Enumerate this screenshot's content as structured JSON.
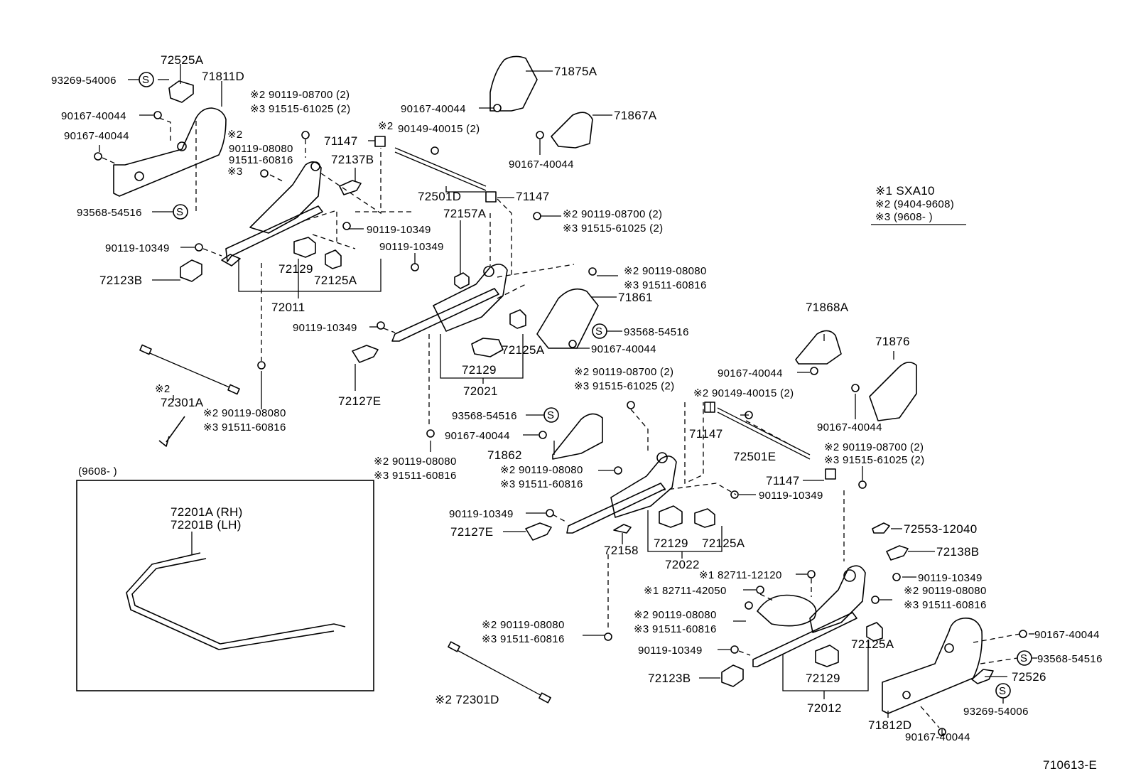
{
  "diagram_id": "710613-E",
  "legend": {
    "line1": "※1 SXA10",
    "line2": "※2 (9404-9608)",
    "line3": "※3 (9608-    )"
  },
  "inset": {
    "title": "(9608-        )",
    "part1": "72201A (RH)",
    "part2": "72201B (LH)"
  },
  "labels": {
    "l01": "72525A",
    "l02": "93269-54006",
    "l03": "71811D",
    "l04": "90167-40044",
    "l05": "90167-40044",
    "l06": "※2",
    "l07": "90119-08080",
    "l08": "91511-60816",
    "l09": "※3",
    "l10": "93568-54516",
    "l11": "90119-10349",
    "l12": "72123B",
    "l13": "72129",
    "l14": "72125A",
    "l15": "72011",
    "l16": "※2 90119-08700 (2)",
    "l17": "※3 91515-61025 (2)",
    "l18": "71147",
    "l19": "※2",
    "l20": "90149-40015 (2)",
    "l21": "72137B",
    "l22": "72501D",
    "l23": "71147",
    "l24": "72157A",
    "l25": "90119-10349",
    "l26": "90119-10349",
    "l27": "71875A",
    "l28": "90167-40044",
    "l29": "71867A",
    "l30": "90167-40044",
    "l31": "※2 90119-08700 (2)",
    "l32": "※3 91515-61025 (2)",
    "l33": "※2 90119-08080",
    "l34": "※3 91511-60816",
    "l35": "71861",
    "l36": "93568-54516",
    "l37": "90167-40044",
    "l38": "90119-10349",
    "l39": "72125A",
    "l40": "72129",
    "l41": "72021",
    "l42": "72127E",
    "l43": "※2",
    "l44": "72301A",
    "l45": "※2 90119-08080",
    "l46": "※3 91511-60816",
    "l47": "93568-54516",
    "l48": "90167-40044",
    "l49": "71862",
    "l50": "※2 90119-08080",
    "l51": "※3 91511-60816",
    "l52": "※2 90119-08080",
    "l53": "※3 91511-60816",
    "l54": "90119-10349",
    "l55": "72127E",
    "l56": "72158",
    "l57": "72129",
    "l58": "72125A",
    "l59": "72022",
    "l60": "※2 90119-08700 (2)",
    "l61": "※3 91515-61025 (2)",
    "l62": "※2 90149-40015 (2)",
    "l63": "71147",
    "l64": "72501E",
    "l65": "71147",
    "l66": "90119-10349",
    "l67": "71868A",
    "l68": "90167-40044",
    "l69": "71876",
    "l70": "90167-40044",
    "l71": "※2 90119-08700 (2)",
    "l72": "※3 91515-61025 (2)",
    "l73": "72553-12040",
    "l74": "72138B",
    "l75": "※1 82711-12120",
    "l76": "※1 82711-42050",
    "l77": "90119-10349",
    "l78": "※2 90119-08080",
    "l79": "※3 91511-60816",
    "l80": "※2 90119-08080",
    "l81": "※3 91511-60816",
    "l82": "90119-10349",
    "l83": "72125A",
    "l84": "72123B",
    "l85": "72129",
    "l86": "72012",
    "l87": "90167-40044",
    "l88": "93568-54516",
    "l89": "72526",
    "l90": "93269-54006",
    "l91": "71812D",
    "l92": "90167-40044",
    "l93": "※2 90119-08080",
    "l94": "※3 91511-60816",
    "l95": "※2  72301D"
  }
}
